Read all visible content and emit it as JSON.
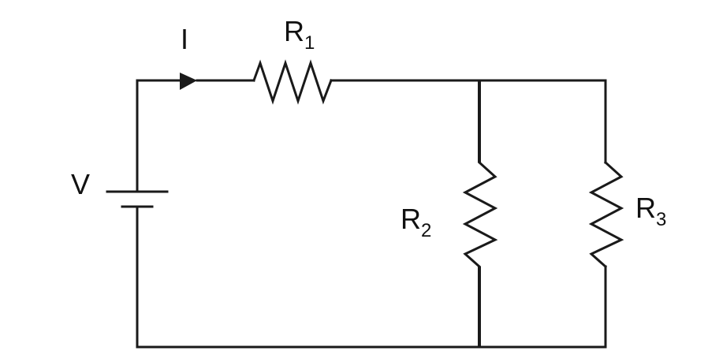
{
  "colors": {
    "stroke": "#1a1a1a",
    "text": "#111111",
    "background": "#ffffff"
  },
  "labels": {
    "current": "I",
    "source": "V",
    "r1": {
      "base": "R",
      "sub": "1"
    },
    "r2": {
      "base": "R",
      "sub": "2"
    },
    "r3": {
      "base": "R",
      "sub": "3"
    }
  }
}
